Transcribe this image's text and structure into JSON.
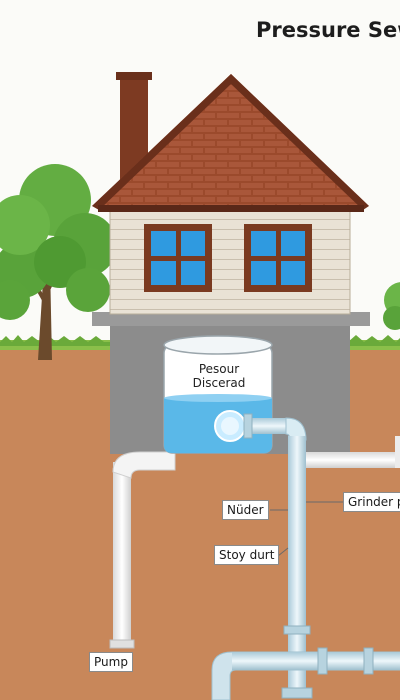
{
  "title": "Pressure Sew",
  "tank": {
    "line1": "Pesour",
    "line2": "Discerad"
  },
  "labels": {
    "nuder": "Nüder",
    "story_duct": "Stoy durt",
    "grinder": "Grinder p",
    "pump": "Pump"
  },
  "colors": {
    "soil": "#c8875a",
    "grass": "#6aaa3a",
    "roof": "#8a3f24",
    "siding": "#e9e2d5",
    "window_glass": "#2f9ae0",
    "water": "#5ab8e8",
    "pipe": "#cfe3ec"
  }
}
